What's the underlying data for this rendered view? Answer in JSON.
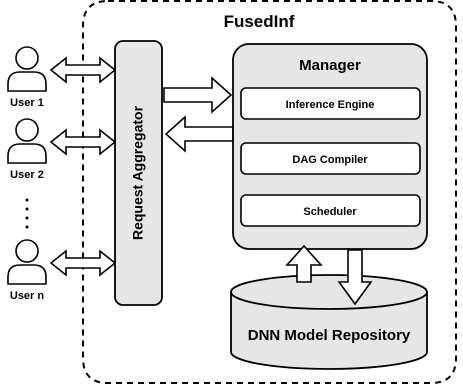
{
  "system": {
    "title": "FusedInf"
  },
  "users": [
    {
      "label": "User 1"
    },
    {
      "label": "User 2"
    },
    {
      "label": "User n"
    }
  ],
  "aggregator": {
    "label": "Request Aggregator"
  },
  "manager": {
    "title": "Manager",
    "components": [
      {
        "label": "Inference Engine"
      },
      {
        "label": "DAG Compiler"
      },
      {
        "label": "Scheduler"
      }
    ]
  },
  "repository": {
    "label": "DNN Model Repository"
  }
}
